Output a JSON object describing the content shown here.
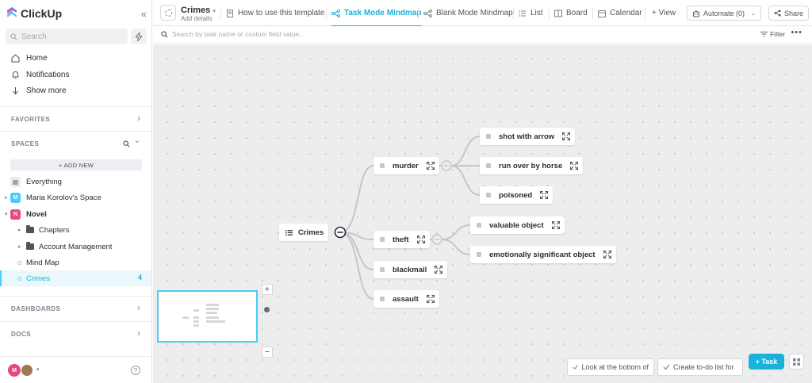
{
  "app": {
    "name": "ClickUp",
    "colors": {
      "accent": "#1ab2db",
      "brand": "#7b68ee",
      "space_maria": "#49ccf9",
      "space_novel": "#e64980"
    }
  },
  "sidebar": {
    "search_placeholder": "Search",
    "nav": [
      {
        "label": "Home",
        "icon": "home-icon"
      },
      {
        "label": "Notifications",
        "icon": "bell-icon"
      },
      {
        "label": "Show more",
        "icon": "arrow-down-icon"
      }
    ],
    "favorites_title": "FAVORITES",
    "spaces_title": "SPACES",
    "add_new_label": "+ ADD NEW",
    "everything_label": "Everything",
    "spaces": [
      {
        "badge": "M",
        "label": "Maria Korolov's Space"
      },
      {
        "badge": "N",
        "label": "Novel"
      }
    ],
    "novel_children": [
      {
        "label": "Chapters",
        "type": "folder"
      },
      {
        "label": "Account Management",
        "type": "folder"
      },
      {
        "label": "Mind Map",
        "type": "list"
      },
      {
        "label": "Crimes",
        "type": "list",
        "count": "4",
        "active": true
      }
    ],
    "dashboards_title": "DASHBOARDS",
    "docs_title": "DOCS",
    "user_initial": "M"
  },
  "topbar": {
    "list_title": "Crimes",
    "list_subtitle": "Add details",
    "tabs": [
      {
        "label": "How to use this template",
        "icon": "doc-icon"
      },
      {
        "label": "Task Mode Mindmap",
        "icon": "mindmap-icon",
        "active": true
      },
      {
        "label": "Blank Mode Mindmap",
        "icon": "mindmap-icon"
      },
      {
        "label": "List",
        "icon": "list-icon"
      },
      {
        "label": "Board",
        "icon": "board-icon"
      },
      {
        "label": "Calendar",
        "icon": "calendar-icon"
      }
    ],
    "add_view_label": "+ View",
    "automate_label": "Automate (0)",
    "share_label": "Share"
  },
  "filterbar": {
    "search_placeholder": "Search by task name or custom field value...",
    "filter_label": "Filter"
  },
  "mindmap": {
    "root": "Crimes",
    "children": [
      {
        "label": "murder",
        "children": [
          "shot with arrow",
          "run over by horse",
          "poisoned"
        ]
      },
      {
        "label": "theft",
        "children": [
          "valuable object",
          "emotionally significant object"
        ]
      },
      {
        "label": "blackmail",
        "children": []
      },
      {
        "label": "assault",
        "children": []
      }
    ]
  },
  "bottom": {
    "todo_1": "Look at the bottom of",
    "todo_2": "Create to-do list for",
    "task_button": "+ Task",
    "zoom_in": "+",
    "zoom_out": "−"
  }
}
